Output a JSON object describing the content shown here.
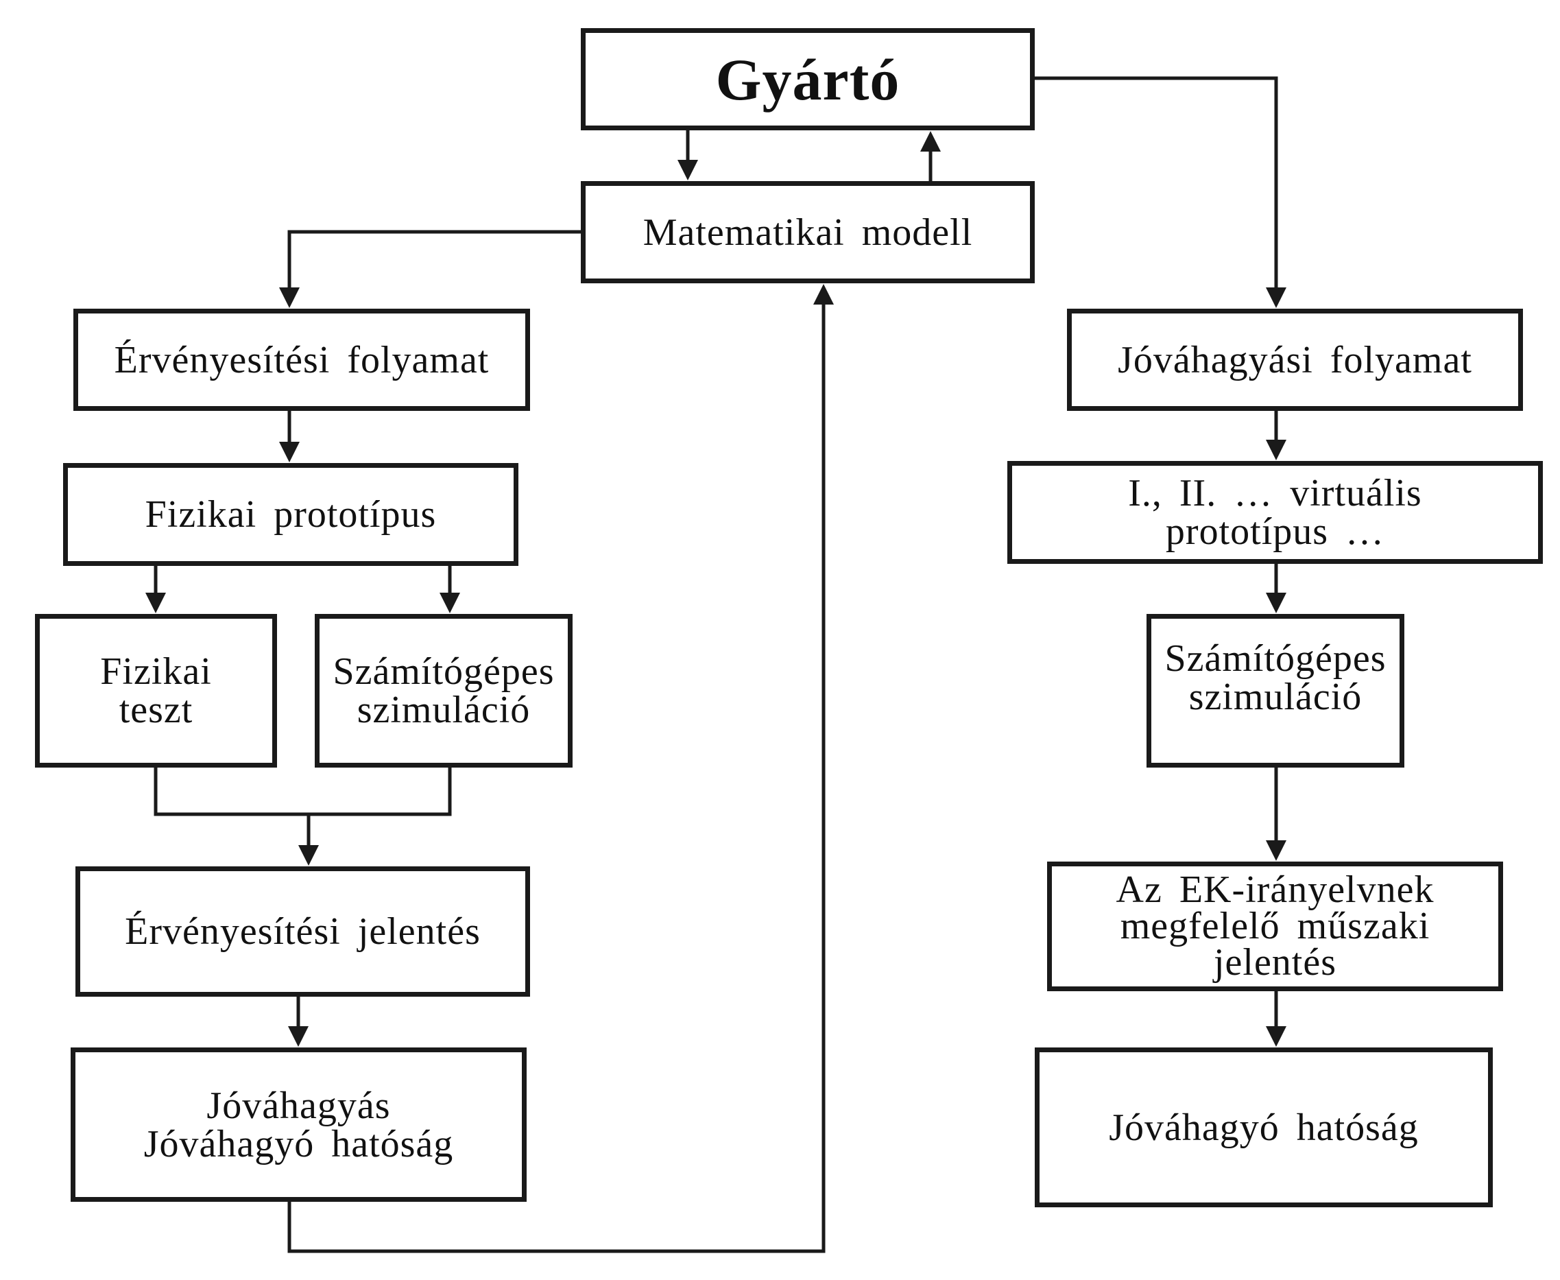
{
  "diagram": {
    "nodes": {
      "manufacturer": "Gyártó",
      "math_model": "Matematikai modell",
      "validation_process": "Érvényesítési folyamat",
      "physical_prototype": "Fizikai prototípus",
      "physical_test": "Fizikai\nteszt",
      "computer_simulation_left": "Számítógépes\nszimuláció",
      "validation_report": "Érvényesítési jelentés",
      "approval_authority_left": "Jóváhagyás\nJóváhagyó hatóság",
      "approval_process": "Jóváhagyási folyamat",
      "virtual_prototype": "I., II. … virtuális\nprototípus …",
      "computer_simulation_right": "Számítógépes\nszimuláció",
      "ec_technical_report": "Az EK-irányelvnek\nmegfelelő műszaki\njelentés",
      "approval_authority_right": "Jóváhagyó hatóság"
    },
    "edges": [
      {
        "from": "manufacturer",
        "to": "math_model"
      },
      {
        "from": "math_model",
        "to": "manufacturer"
      },
      {
        "from": "math_model",
        "to": "validation_process"
      },
      {
        "from": "manufacturer",
        "to": "approval_process"
      },
      {
        "from": "validation_process",
        "to": "physical_prototype"
      },
      {
        "from": "physical_prototype",
        "to": "physical_test"
      },
      {
        "from": "physical_prototype",
        "to": "computer_simulation_left"
      },
      {
        "from": "physical_test",
        "to": "validation_report"
      },
      {
        "from": "computer_simulation_left",
        "to": "validation_report"
      },
      {
        "from": "validation_report",
        "to": "approval_authority_left"
      },
      {
        "from": "approval_authority_left",
        "to": "math_model"
      },
      {
        "from": "approval_process",
        "to": "virtual_prototype"
      },
      {
        "from": "virtual_prototype",
        "to": "computer_simulation_right"
      },
      {
        "from": "computer_simulation_right",
        "to": "ec_technical_report"
      },
      {
        "from": "ec_technical_report",
        "to": "approval_authority_right"
      }
    ],
    "colors": {
      "line": "#1a1a1a",
      "background": "#ffffff"
    }
  }
}
